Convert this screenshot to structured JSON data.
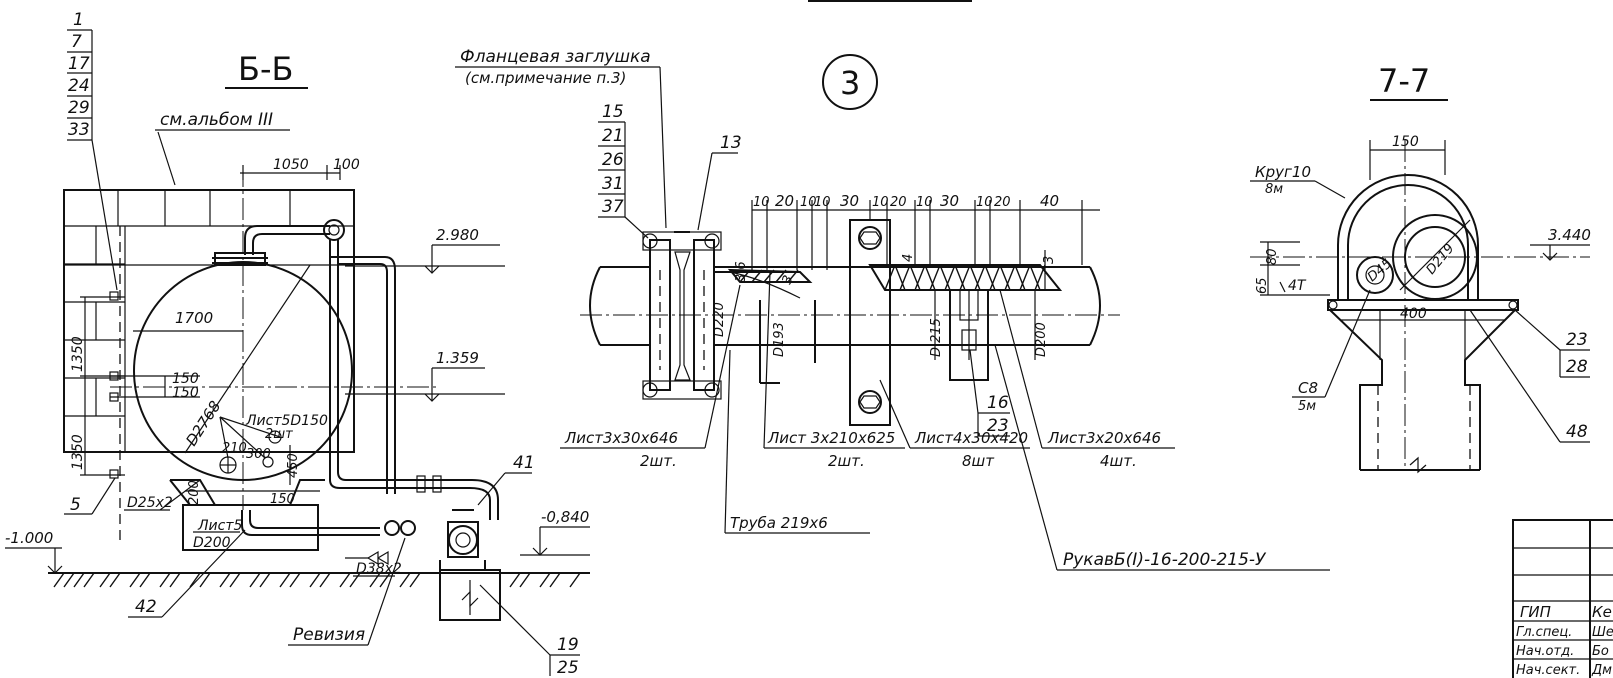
{
  "sections": {
    "b6": {
      "title": "Б-Б",
      "album_note": "см.альбом III",
      "stack": [
        "1",
        "7",
        "17",
        "24",
        "29",
        "33"
      ],
      "dims": {
        "w1050": "1050",
        "w100": "100",
        "r1700": "1700",
        "h1350a": "1350",
        "h1350b": "1350",
        "d150a": "150",
        "d150b": "150",
        "d2768": "D2768",
        "d25x2": "D25x2",
        "list5d150": "Лист5D150",
        "count2": "2шт",
        "d210": "210",
        "d300": "300",
        "d450": "450",
        "d200v": "200",
        "d150h": "150",
        "list5": "Лист5",
        "list5d": "D200",
        "d38x2": "D38x2"
      },
      "levels": {
        "l2980": "2.980",
        "l1359": "1.359",
        "l0840": "-0,840",
        "l1000": "-1.000"
      },
      "callouts": {
        "c5": "5",
        "c41": "41",
        "c42": "42",
        "c19": "19",
        "c25": "25",
        "revision": "Ревизия"
      }
    },
    "node3": {
      "title": "3",
      "flange": "Фланцевая заглушка",
      "note": "(см.примечание п.3)",
      "stack": [
        "15",
        "21",
        "26",
        "31",
        "37"
      ],
      "c13": "13",
      "dim_chain": [
        "10",
        "20",
        "10",
        "10",
        "30",
        "10",
        "20",
        "10",
        "30",
        "10",
        "20",
        "40"
      ],
      "dims": {
        "d36": "3 6",
        "d3": "3",
        "d4": "4",
        "d3r": "3",
        "d220": "D220",
        "d193": "D193",
        "d215": "D 215",
        "d200": "D200"
      },
      "c16": "16",
      "c23": "23",
      "parts": {
        "p1": "Лист3x30x646",
        "p1q": "2шт.",
        "p2": "Лист 3x210x625",
        "p2q": "2шт.",
        "p3": "Лист4x30x420",
        "p3q": "8шт",
        "p4": "Лист3x20x646",
        "p4q": "4шт.",
        "pipe": "Труба 219x6",
        "hose": "РукавБ(I)-16-200-215-У"
      }
    },
    "s77": {
      "title": "7-7",
      "w150": "150",
      "krug": "Круг10",
      "krugq": "8м",
      "l3440": "3.440",
      "d65": "65",
      "d80": "80",
      "n4t": "4T",
      "d400": "400",
      "d219": "D219",
      "d45": "D45",
      "c8": "C8",
      "c8q": "5м",
      "c23": "23",
      "c28": "28",
      "c48": "48"
    }
  },
  "stamp": {
    "rows": [
      "ГИП",
      "Гл.спец.",
      "Нач.отд.",
      "Нач.сект."
    ],
    "names": [
      "Ке",
      "Шер",
      "Бо",
      "Дм"
    ]
  }
}
